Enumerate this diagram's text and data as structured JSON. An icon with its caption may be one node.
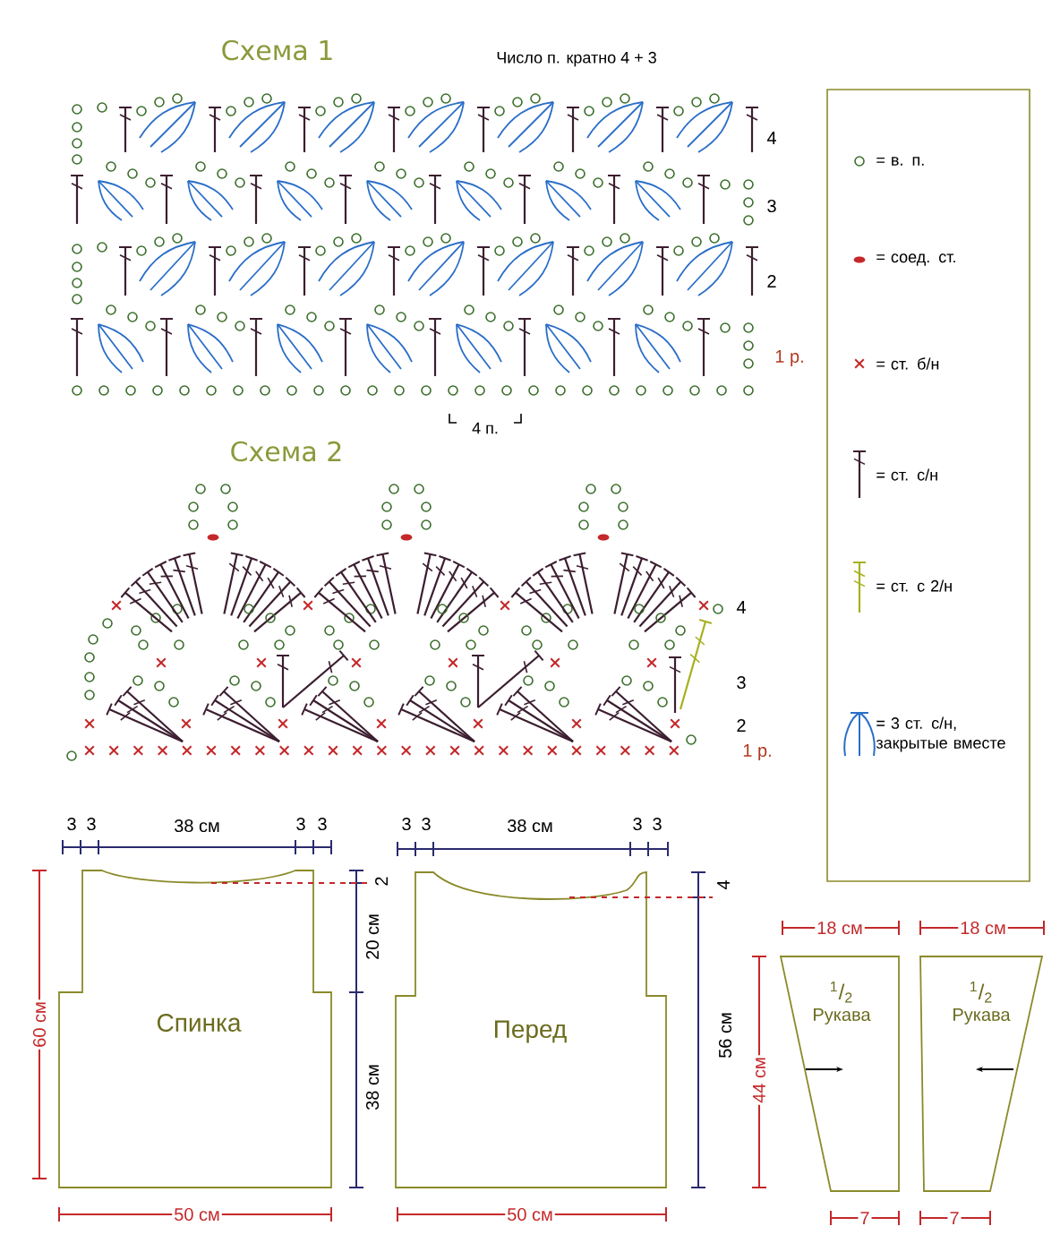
{
  "diagram": {
    "nodes": [
      {
        "text": [
          "Спинка"
        ]
      },
      {
        "text": [
          "Перед"
        ]
      },
      {
        "text": [
          "$^{1}$/$_{2}$",
          "Рукава"
        ]
      },
      {
        "text": [
          "$^{1}$/$_{2}$",
          "Рукава"
        ]
      }
    ],
    "labels": [
      "Схема 1",
      "Число п. кратно 4 + 3",
      "4",
      "3",
      "2",
      "1 р.",
      "4 п.",
      "Схема 2",
      "4",
      "3",
      "2",
      "1 р.",
      "3",
      "3",
      "38 см",
      "3",
      "3",
      "3",
      "3",
      "38 см",
      "3",
      "3",
      "60 см",
      "2",
      "20 см",
      "38 см",
      "4",
      "56 см",
      "50 см",
      "50 см",
      "18 см",
      "18 см",
      "44 см",
      "7",
      "7"
    ],
    "legend": [
      {
        "text": "= в. п."
      },
      {
        "text": "= соед. ст."
      },
      {
        "text": "= ст. б/н"
      },
      {
        "text": "= ст. с/н"
      },
      {
        "text": "= ст. с 2/н"
      },
      {
        "text": "= 3 ст. с/н, закрытые вместе"
      }
    ]
  }
}
